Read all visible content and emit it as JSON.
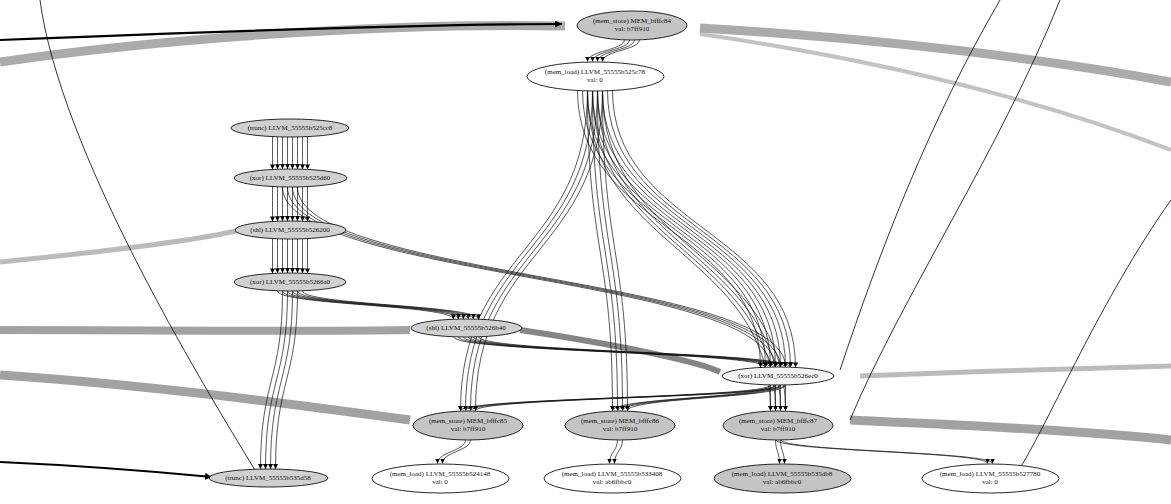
{
  "diagram": {
    "nodes": [
      {
        "text": [
          "(mem_store) MEM_bfffc84",
          "val: b7ff910"
        ]
      },
      {
        "text": [
          "(mem_load) LLVM_55555b525c78",
          "val: 0"
        ]
      },
      {
        "text": [
          "(trunc) LLVM_55555b525cc8"
        ]
      },
      {
        "text": [
          "(xor) LLVM_55555b525d60"
        ]
      },
      {
        "text": [
          "(shl) LLVM_55555b526200"
        ]
      },
      {
        "text": [
          "(xor) LLVM_55555b5266a0"
        ]
      },
      {
        "text": [
          "(shl) LLVM_55555b526b40"
        ]
      },
      {
        "text": [
          "(xor) LLVM_55555b526ec0"
        ]
      },
      {
        "text": [
          "(mem_store) MEM_bfffc85",
          "val: b7ff910"
        ]
      },
      {
        "text": [
          "(mem_store) MEM_bfffc86",
          "val: b7ff910"
        ]
      },
      {
        "text": [
          "(mem_store) MEM_bfffc87",
          "val: b7ff910"
        ]
      },
      {
        "text": [
          "(trunc) LLVM_55555b535d58"
        ]
      },
      {
        "text": [
          "(mem_load) LLVM_55555b524148",
          "val: 0"
        ]
      },
      {
        "text": [
          "(mem_load) LLVM_55555b533408",
          "val: ab6fbbc0"
        ]
      },
      {
        "text": [
          "(mem_load) LLVM_55555b535db8",
          "val: ab6fbbc0"
        ]
      },
      {
        "text": [
          "(mem_load) LLVM_55555b527780",
          "val: 0"
        ]
      }
    ],
    "edges": [
      {
        "from": 0,
        "to": 1,
        "arrow": "to"
      },
      {
        "from": 0,
        "to": 1,
        "arrow": "to"
      },
      {
        "from": 0,
        "to": 1,
        "arrow": "to"
      },
      {
        "from": 0,
        "to": 1,
        "arrow": "to"
      },
      {
        "from": 2,
        "to": 3,
        "arrow": "to"
      },
      {
        "from": 2,
        "to": 3,
        "arrow": "to"
      },
      {
        "from": 2,
        "to": 3,
        "arrow": "to"
      },
      {
        "from": 2,
        "to": 3,
        "arrow": "to"
      },
      {
        "from": 2,
        "to": 3,
        "arrow": "to"
      },
      {
        "from": 2,
        "to": 3,
        "arrow": "to"
      },
      {
        "from": 2,
        "to": 3,
        "arrow": "to"
      },
      {
        "from": 2,
        "to": 3,
        "arrow": "to"
      },
      {
        "from": 3,
        "to": 4,
        "arrow": "to"
      },
      {
        "from": 3,
        "to": 4,
        "arrow": "to"
      },
      {
        "from": 3,
        "to": 4,
        "arrow": "to"
      },
      {
        "from": 3,
        "to": 4,
        "arrow": "to"
      },
      {
        "from": 3,
        "to": 4,
        "arrow": "to"
      },
      {
        "from": 3,
        "to": 4,
        "arrow": "to"
      },
      {
        "from": 3,
        "to": 4,
        "arrow": "to"
      },
      {
        "from": 3,
        "to": 4,
        "arrow": "to"
      },
      {
        "from": 4,
        "to": 5,
        "arrow": "to"
      },
      {
        "from": 4,
        "to": 5,
        "arrow": "to"
      },
      {
        "from": 4,
        "to": 5,
        "arrow": "to"
      },
      {
        "from": 4,
        "to": 5,
        "arrow": "to"
      },
      {
        "from": 4,
        "to": 5,
        "arrow": "to"
      },
      {
        "from": 4,
        "to": 5,
        "arrow": "to"
      },
      {
        "from": 4,
        "to": 5,
        "arrow": "to"
      },
      {
        "from": 4,
        "to": 5,
        "arrow": "to"
      },
      {
        "from": 5,
        "to": 6,
        "arrow": "to"
      },
      {
        "from": 5,
        "to": 6,
        "arrow": "to"
      },
      {
        "from": 5,
        "to": 6,
        "arrow": "to"
      },
      {
        "from": 5,
        "to": 6,
        "arrow": "to"
      },
      {
        "from": 5,
        "to": 6,
        "arrow": "to"
      },
      {
        "from": 5,
        "to": 6,
        "arrow": "to"
      },
      {
        "from": 3,
        "to": 7,
        "arrow": "to"
      },
      {
        "from": 3,
        "to": 7,
        "arrow": "to"
      },
      {
        "from": 3,
        "to": 7,
        "arrow": "to"
      },
      {
        "from": 3,
        "to": 7,
        "arrow": "to"
      },
      {
        "from": 6,
        "to": 7,
        "arrow": "to"
      },
      {
        "from": 6,
        "to": 7,
        "arrow": "to"
      },
      {
        "from": 6,
        "to": 7,
        "arrow": "to"
      },
      {
        "from": 6,
        "to": 7,
        "arrow": "to"
      },
      {
        "from": 6,
        "to": 7,
        "arrow": "to"
      },
      {
        "from": 6,
        "to": 7,
        "arrow": "to"
      },
      {
        "from": 1,
        "to": 7,
        "arrow": "to"
      },
      {
        "from": 1,
        "to": 7,
        "arrow": "to"
      },
      {
        "from": 1,
        "to": 7,
        "arrow": "to"
      },
      {
        "from": 1,
        "to": 7,
        "arrow": "to"
      },
      {
        "from": 1,
        "to": 7,
        "arrow": "to"
      },
      {
        "from": 1,
        "to": 7,
        "arrow": "to"
      },
      {
        "from": 1,
        "to": 7,
        "arrow": "to"
      },
      {
        "from": 1,
        "to": 7,
        "arrow": "to"
      },
      {
        "from": 1,
        "to": 8,
        "arrow": "to"
      },
      {
        "from": 1,
        "to": 8,
        "arrow": "to"
      },
      {
        "from": 1,
        "to": 8,
        "arrow": "to"
      },
      {
        "from": 1,
        "to": 8,
        "arrow": "to"
      },
      {
        "from": 1,
        "to": 9,
        "arrow": "to"
      },
      {
        "from": 1,
        "to": 9,
        "arrow": "to"
      },
      {
        "from": 1,
        "to": 9,
        "arrow": "to"
      },
      {
        "from": 1,
        "to": 9,
        "arrow": "to"
      },
      {
        "from": 1,
        "to": 10,
        "arrow": "to"
      },
      {
        "from": 1,
        "to": 10,
        "arrow": "to"
      },
      {
        "from": 1,
        "to": 10,
        "arrow": "to"
      },
      {
        "from": 1,
        "to": 10,
        "arrow": "to"
      },
      {
        "from": 7,
        "to": 8,
        "arrow": "to"
      },
      {
        "from": 7,
        "to": 8,
        "arrow": "to"
      },
      {
        "from": 7,
        "to": 8,
        "arrow": "to"
      },
      {
        "from": 7,
        "to": 8,
        "arrow": "to"
      },
      {
        "from": 7,
        "to": 9,
        "arrow": "to"
      },
      {
        "from": 7,
        "to": 9,
        "arrow": "to"
      },
      {
        "from": 7,
        "to": 9,
        "arrow": "to"
      },
      {
        "from": 7,
        "to": 9,
        "arrow": "to"
      },
      {
        "from": 7,
        "to": 10,
        "arrow": "to"
      },
      {
        "from": 7,
        "to": 10,
        "arrow": "to"
      },
      {
        "from": 7,
        "to": 10,
        "arrow": "to"
      },
      {
        "from": 7,
        "to": 10,
        "arrow": "to"
      },
      {
        "from": 5,
        "to": 11,
        "arrow": "to"
      },
      {
        "from": 5,
        "to": 11,
        "arrow": "to"
      },
      {
        "from": 5,
        "to": 11,
        "arrow": "to"
      },
      {
        "from": 5,
        "to": 11,
        "arrow": "to"
      },
      {
        "from": 8,
        "to": 12,
        "arrow": "to"
      },
      {
        "from": 8,
        "to": 12,
        "arrow": "to"
      },
      {
        "from": 9,
        "to": 13,
        "arrow": "to"
      },
      {
        "from": 9,
        "to": 13,
        "arrow": "to"
      },
      {
        "from": 10,
        "to": 14,
        "arrow": "to"
      },
      {
        "from": 10,
        "to": 14,
        "arrow": "to"
      },
      {
        "from": 10,
        "to": 15,
        "arrow": "to"
      },
      {
        "from": 10,
        "to": 15,
        "arrow": "to"
      }
    ]
  }
}
